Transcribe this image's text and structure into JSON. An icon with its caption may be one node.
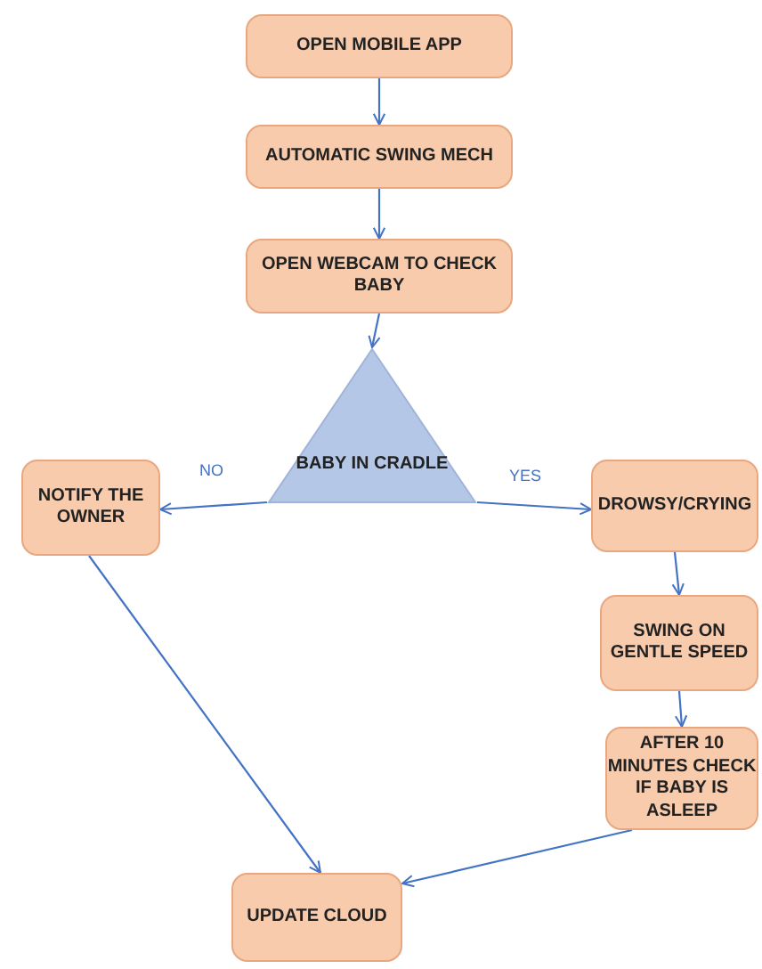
{
  "diagram": {
    "nodes": [
      {
        "text": [
          "OPEN MOBILE APP"
        ]
      },
      {
        "text": [
          "AUTOMATIC SWING MECH"
        ]
      },
      {
        "text": [
          "OPEN WEBCAM TO CHECK BABY"
        ]
      },
      {
        "text": [
          "BABY IN CRADLE"
        ]
      },
      {
        "text": [
          "NOTIFY THE OWNER"
        ]
      },
      {
        "text": [
          "DROWSY/CRYING"
        ]
      },
      {
        "text": [
          "SWING ON GENTLE SPEED"
        ]
      },
      {
        "text": [
          "AFTER 10 MINUTES CHECK IF BABY IS ASLEEP"
        ]
      },
      {
        "text": [
          "UPDATE CLOUD"
        ]
      }
    ],
    "edges": [
      {
        "from": 0,
        "to": 1,
        "arrow": "to"
      },
      {
        "from": 1,
        "to": 2,
        "arrow": "to"
      },
      {
        "from": 2,
        "to": 3,
        "arrow": "to"
      },
      {
        "from": 3,
        "to": 4,
        "arrow": "to",
        "label": "NO"
      },
      {
        "from": 3,
        "to": 5,
        "arrow": "to",
        "label": "YES"
      },
      {
        "from": 5,
        "to": 6,
        "arrow": "to"
      },
      {
        "from": 6,
        "to": 7,
        "arrow": "to"
      },
      {
        "from": 4,
        "to": 8,
        "arrow": "to"
      },
      {
        "from": 7,
        "to": 8,
        "arrow": "to"
      }
    ]
  }
}
